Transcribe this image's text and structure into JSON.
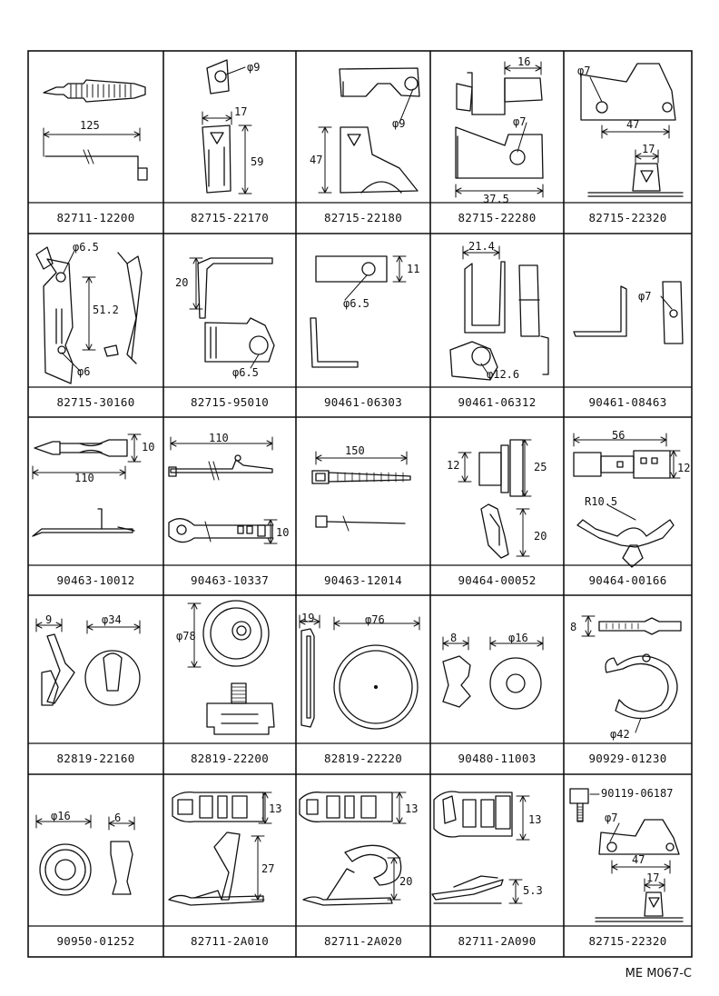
{
  "colors": {
    "ink": "#111111",
    "paper": "#ffffff"
  },
  "cells": [
    {
      "part": "82711-12200",
      "labels": [
        "125"
      ]
    },
    {
      "part": "82715-22170",
      "labels": [
        "φ9",
        "17",
        "59"
      ]
    },
    {
      "part": "82715-22180",
      "labels": [
        "φ9",
        "47"
      ]
    },
    {
      "part": "82715-22280",
      "labels": [
        "16",
        "φ7",
        "37.5"
      ]
    },
    {
      "part": "82715-22320",
      "labels": [
        "φ7",
        "47",
        "17"
      ]
    },
    {
      "part": "82715-30160",
      "labels": [
        "φ6.5",
        "51.2",
        "φ6"
      ]
    },
    {
      "part": "82715-95010",
      "labels": [
        "20",
        "φ6.5"
      ]
    },
    {
      "part": "90461-06303",
      "labels": [
        "11",
        "φ6.5"
      ]
    },
    {
      "part": "90461-06312",
      "labels": [
        "21.4",
        "φ12.6"
      ]
    },
    {
      "part": "90461-08463",
      "labels": [
        "φ7"
      ]
    },
    {
      "part": "90463-10012",
      "labels": [
        "10",
        "110"
      ]
    },
    {
      "part": "90463-10337",
      "labels": [
        "110",
        "10"
      ]
    },
    {
      "part": "90463-12014",
      "labels": [
        "150"
      ]
    },
    {
      "part": "90464-00052",
      "labels": [
        "12",
        "25",
        "20"
      ]
    },
    {
      "part": "90464-00166",
      "labels": [
        "56",
        "12",
        "R10.5"
      ]
    },
    {
      "part": "82819-22160",
      "labels": [
        "9",
        "φ34"
      ]
    },
    {
      "part": "82819-22200",
      "labels": [
        "φ78"
      ]
    },
    {
      "part": "82819-22220",
      "labels": [
        "19",
        "φ76"
      ]
    },
    {
      "part": "90480-11003",
      "labels": [
        "8",
        "φ16"
      ]
    },
    {
      "part": "90929-01230",
      "labels": [
        "8",
        "φ42"
      ]
    },
    {
      "part": "90950-01252",
      "labels": [
        "φ16",
        "6"
      ]
    },
    {
      "part": "82711-2A010",
      "labels": [
        "13",
        "27"
      ]
    },
    {
      "part": "82711-2A020",
      "labels": [
        "13",
        "20"
      ]
    },
    {
      "part": "82711-2A090",
      "labels": [
        "13",
        "5.3"
      ]
    },
    {
      "part": "82715-22320",
      "labels": [
        "90119-06187",
        "φ7",
        "47",
        "17"
      ]
    }
  ],
  "ref_code": "ME M067-C"
}
